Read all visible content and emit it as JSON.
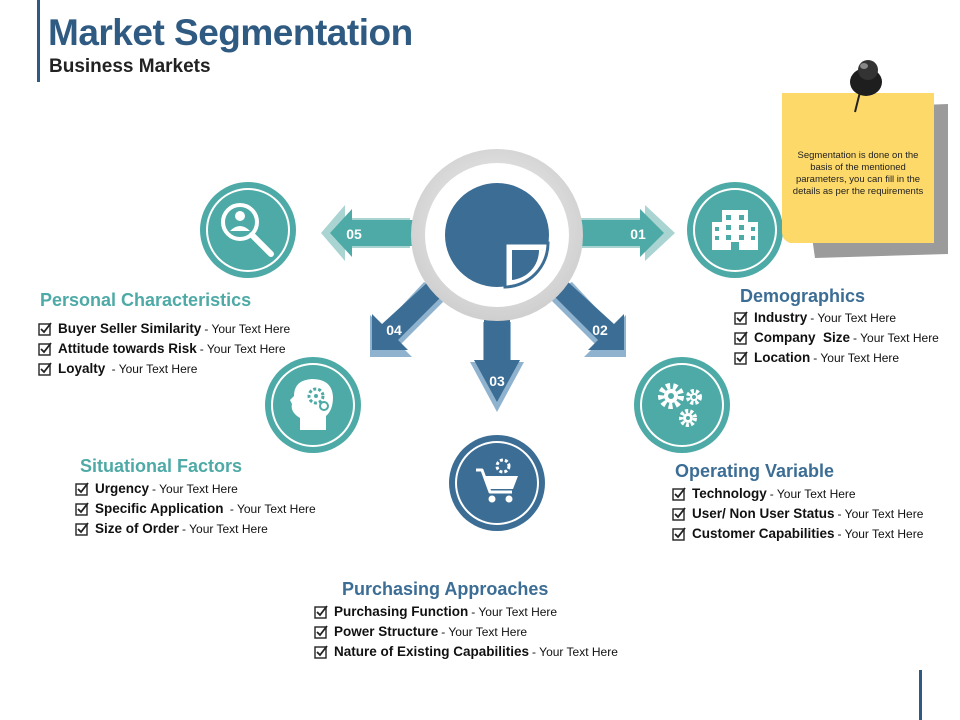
{
  "header": {
    "title": "Market Segmentation",
    "subtitle": "Business Markets"
  },
  "note": {
    "text": "Segmentation is done on the basis of the mentioned parameters, you can fill in the details as per the requirements"
  },
  "colors": {
    "blue": "#3c6d95",
    "teal": "#4eaaa6",
    "gray": "#d4d4d4",
    "note": "#fdd96a"
  },
  "arrows": {
    "a01": "01",
    "a02": "02",
    "a03": "03",
    "a04": "04",
    "a05": "05"
  },
  "icons": {
    "center": "pie-chart-icon",
    "c01": "building-icon",
    "c02": "gears-icon",
    "c03": "shopping-cart-icon",
    "c04": "head-gear-icon",
    "c05": "user-search-icon"
  },
  "sections": {
    "demographics": {
      "title": "Demographics",
      "items": [
        {
          "name": "Industry",
          "desc": "- Your Text Here"
        },
        {
          "name": "Company  Size",
          "desc": "- Your Text Here"
        },
        {
          "name": "Location",
          "desc": "- Your Text Here"
        }
      ]
    },
    "operating": {
      "title": "Operating Variable",
      "items": [
        {
          "name": "Technology",
          "desc": "- Your Text Here"
        },
        {
          "name": "User/ Non User Status",
          "desc": "- Your Text Here"
        },
        {
          "name": "Customer Capabilities",
          "desc": "- Your Text Here"
        }
      ]
    },
    "purchasing": {
      "title": "Purchasing Approaches",
      "items": [
        {
          "name": "Purchasing Function",
          "desc": "- Your Text Here"
        },
        {
          "name": "Power Structure",
          "desc": "- Your Text Here"
        },
        {
          "name": "Nature of Existing Capabilities",
          "desc": "- Your Text Here"
        }
      ]
    },
    "situational": {
      "title": "Situational Factors",
      "items": [
        {
          "name": "Urgency",
          "desc": "- Your Text Here"
        },
        {
          "name": "Specific Application",
          "desc": " - Your Text Here"
        },
        {
          "name": "Size of Order",
          "desc": "- Your Text Here"
        }
      ]
    },
    "personal": {
      "title": "Personal Characteristics",
      "items": [
        {
          "name": "Buyer Seller Similarity",
          "desc": "- Your Text Here"
        },
        {
          "name": "Attitude towards Risk",
          "desc": "- Your Text Here"
        },
        {
          "name": "Loyalty",
          "desc": " - Your Text Here"
        }
      ]
    }
  }
}
